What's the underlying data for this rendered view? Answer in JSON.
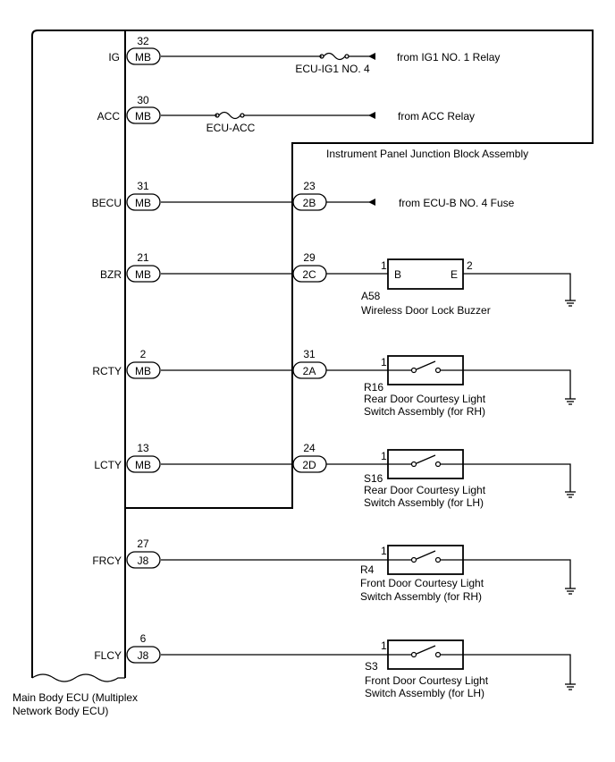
{
  "ecu": {
    "label_line1": "Main Body ECU (Multiplex",
    "label_line2": "Network Body ECU)"
  },
  "junction_block": {
    "label": "Instrument Panel Junction Block Assembly"
  },
  "signals": [
    {
      "name": "IG",
      "pin": "32",
      "connector": "MB"
    },
    {
      "name": "ACC",
      "pin": "30",
      "connector": "MB"
    },
    {
      "name": "BECU",
      "pin": "31",
      "connector": "MB",
      "jb_pin": "23",
      "jb_connector": "2B"
    },
    {
      "name": "BZR",
      "pin": "21",
      "connector": "MB",
      "jb_pin": "29",
      "jb_connector": "2C"
    },
    {
      "name": "RCTY",
      "pin": "2",
      "connector": "MB",
      "jb_pin": "31",
      "jb_connector": "2A"
    },
    {
      "name": "LCTY",
      "pin": "13",
      "connector": "MB",
      "jb_pin": "24",
      "jb_connector": "2D"
    },
    {
      "name": "FRCY",
      "pin": "27",
      "connector": "J8"
    },
    {
      "name": "FLCY",
      "pin": "6",
      "connector": "J8"
    }
  ],
  "fuses": {
    "ig1": {
      "label": "ECU-IG1 NO. 4",
      "source": "from IG1 NO. 1 Relay"
    },
    "acc": {
      "label": "ECU-ACC",
      "source": "from ACC Relay"
    },
    "becu_source": "from ECU-B NO. 4 Fuse"
  },
  "components": {
    "buzzer": {
      "code": "A58",
      "name": "Wireless Door Lock Buzzer",
      "pin_in": "1",
      "pin_out": "2",
      "term_b": "B",
      "term_e": "E"
    },
    "rear_rh": {
      "code": "R16",
      "line1": "Rear Door Courtesy Light",
      "line2": "Switch Assembly (for RH)",
      "pin": "1"
    },
    "rear_lh": {
      "code": "S16",
      "line1": "Rear Door Courtesy Light",
      "line2": "Switch Assembly (for LH)",
      "pin": "1"
    },
    "front_rh": {
      "code": "R4",
      "line1": "Front Door Courtesy Light",
      "line2": "Switch Assembly (for RH)",
      "pin": "1"
    },
    "front_lh": {
      "code": "S3",
      "line1": "Front Door Courtesy Light",
      "line2": "Switch Assembly (for LH)",
      "pin": "1"
    }
  }
}
